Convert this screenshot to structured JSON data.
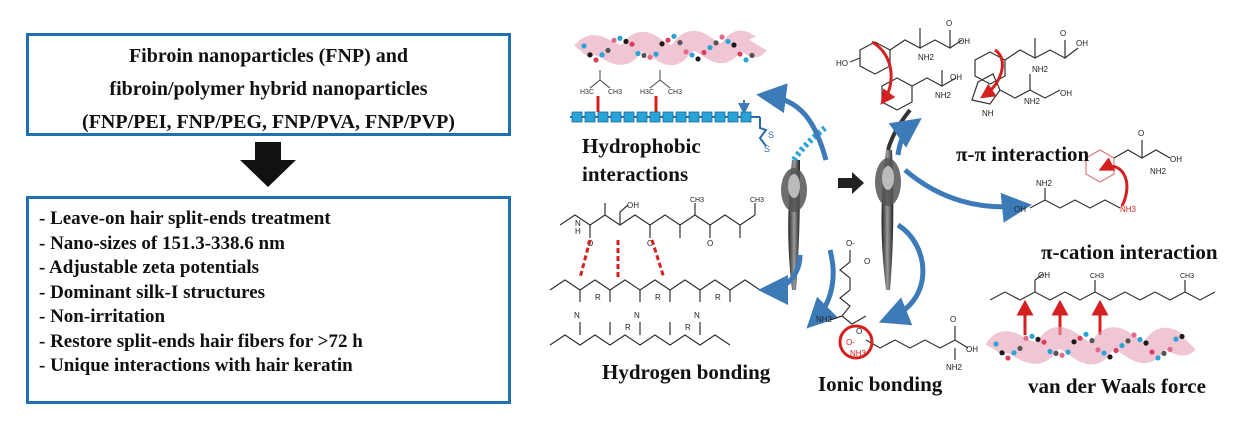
{
  "summary_box": {
    "lines": [
      "Fibroin nanoparticles (FNP) and",
      "fibroin/polymer hybrid nanoparticles",
      "(FNP/PEI, FNP/PEG, FNP/PVA, FNP/PVP)"
    ]
  },
  "features_box": {
    "items": [
      "- Leave-on hair split-ends treatment",
      "- Nano-sizes of 151.3-338.6 nm",
      "- Adjustable zeta potentials",
      "- Dominant silk-I structures",
      "- Non-irritation",
      "- Restore split-ends hair fibers for >72 h",
      "- Unique interactions with hair keratin"
    ]
  },
  "interactions": {
    "hydrophobic_line1": "Hydrophobic",
    "hydrophobic_line2": "interactions",
    "hydrogen": "Hydrogen bonding",
    "ionic": "Ionic bonding",
    "pi_pi": "π-π interaction",
    "pi_cation": "π-cation interaction",
    "vdw": "van der Waals force"
  },
  "chem_labels": {
    "oh": "OH",
    "o": "O",
    "nh2": "NH2",
    "nh": "NH",
    "n": "N",
    "h": "H",
    "r": "R",
    "ho": "HO",
    "ch3": "CH3",
    "h3c": "H3C",
    "nh3": "NH3",
    "o_minus": "O-",
    "s": "S"
  },
  "colors": {
    "box_border": "#1f6fb3",
    "arrow_blue": "#3d7ab8",
    "bond_red": "#d42020",
    "bead_blue": "#2aa3d8",
    "bead_pink": "#e8a0b8"
  }
}
